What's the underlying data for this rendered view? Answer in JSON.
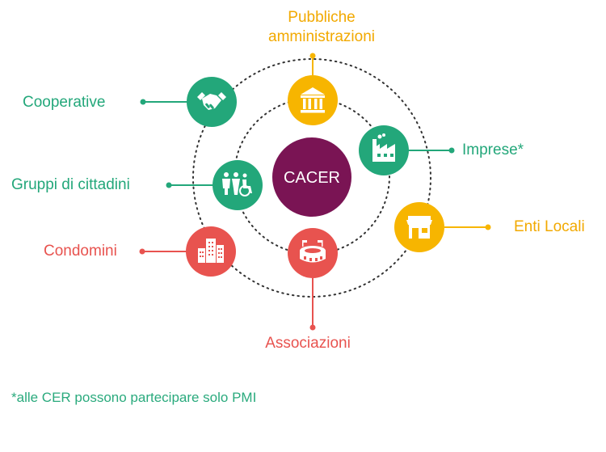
{
  "center": {
    "label": "CACER",
    "color": "#7a1454"
  },
  "colors": {
    "green": "#23a77a",
    "yellow": "#f7b500",
    "red": "#e8534f",
    "orbit": "#333333"
  },
  "nodes": [
    {
      "id": "pa",
      "label": "Pubbliche amministrazioni",
      "label_lines": [
        "Pubbliche",
        "amministrazioni"
      ],
      "icon": "institution-icon",
      "color": "yellow"
    },
    {
      "id": "cooperative",
      "label": "Cooperative",
      "icon": "handshake-icon",
      "color": "green"
    },
    {
      "id": "imprese",
      "label": "Imprese*",
      "icon": "factory-icon",
      "color": "green"
    },
    {
      "id": "gruppi",
      "label": "Gruppi di cittadini",
      "icon": "people-icon",
      "color": "green"
    },
    {
      "id": "enti",
      "label": "Enti Locali",
      "icon": "store-icon",
      "color": "yellow"
    },
    {
      "id": "condomini",
      "label": "Condomini",
      "icon": "buildings-icon",
      "color": "red"
    },
    {
      "id": "associazioni",
      "label": "Associazioni",
      "icon": "stadium-icon",
      "color": "red"
    }
  ],
  "footnote": "*alle CER possono partecipare solo PMI"
}
